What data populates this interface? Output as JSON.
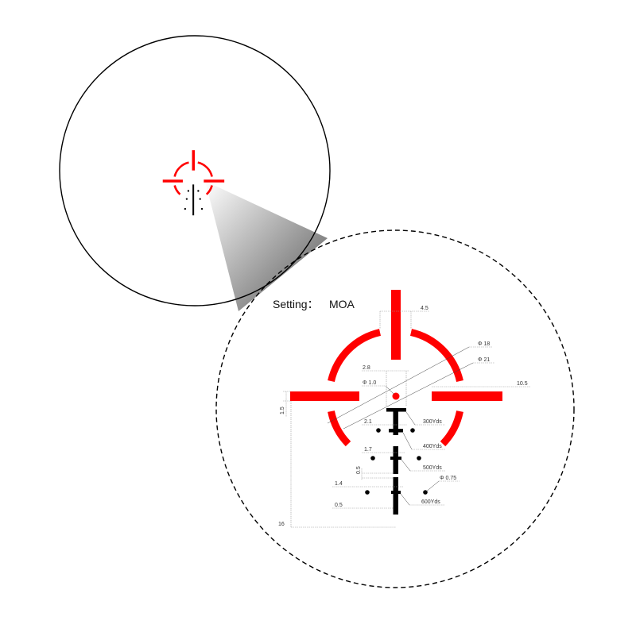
{
  "setting": {
    "label": "Setting：",
    "value": "MOA"
  },
  "colors": {
    "reticle": "#ff0000",
    "post": "#000000"
  },
  "dimensions": {
    "bar_width": "4.5",
    "ring_inner": "Φ 18",
    "ring_outer": "Φ 21",
    "box_width": "2.8",
    "center_dot": "Φ 1.0",
    "bar_length": "10.5",
    "bar_height": "1.5",
    "hold_2": "2.1",
    "hold_3": "1.7",
    "gap": "0.5",
    "hold_4": "1.4",
    "bar_thickness": "0.5",
    "dot_size": "Φ 0.75",
    "total_drop": "16"
  },
  "ranges": [
    "300Yds",
    "400Yds",
    "500Yds",
    "600Yds"
  ]
}
